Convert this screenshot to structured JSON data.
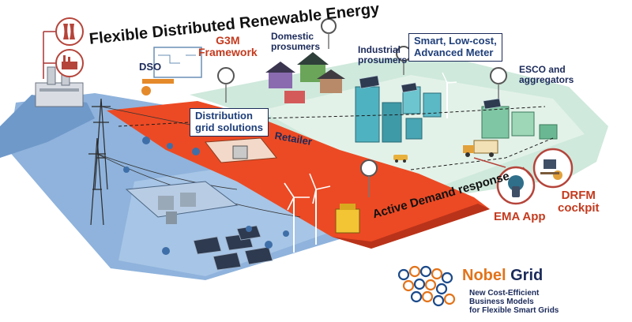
{
  "title": "Flexible Distributed Renewable Energy",
  "labels": {
    "g3m_line1": "G3M",
    "g3m_line2": "Framework",
    "dso": "DSO",
    "domestic_line1": "Domestic",
    "domestic_line2": "prosumers",
    "industrial_line1": "Industrial",
    "industrial_line2": "prosumers",
    "esco_line1": "ESCO and",
    "esco_line2": "aggregators",
    "retailer": "Retailer",
    "active_demand": "Active Demand response",
    "ema_app": "EMA App",
    "drfm_line1": "DRFM",
    "drfm_line2": "cockpit"
  },
  "boxes": {
    "meter_line1": "Smart, Low-cost,",
    "meter_line2": "Advanced Meter",
    "grid_line1": "Distribution",
    "grid_line2": "grid solutions"
  },
  "logo": {
    "name_part1": "Nobel",
    "name_part2": "Grid",
    "tagline_line1": "New Cost-Efficient",
    "tagline_line2": "Business Models",
    "tagline_line3": "for Flexible Smart Grids"
  },
  "colors": {
    "blue_zone": "#8fb3dc",
    "red_zone": "#ec4a24",
    "green_zone": "#cfe9dc",
    "navy_text": "#1b2a5a",
    "red_text": "#c43a1e",
    "logo_orange": "#e2731a"
  },
  "icons": [
    "power-plant-icon",
    "factory-icon",
    "wind-turbine-icon",
    "solar-panel-icon",
    "transmission-tower-icon",
    "smart-meter-icon",
    "house-icon",
    "office-building-icon",
    "truck-icon",
    "car-icon",
    "smartphone-icon",
    "desktop-user-icon",
    "substation-icon"
  ]
}
